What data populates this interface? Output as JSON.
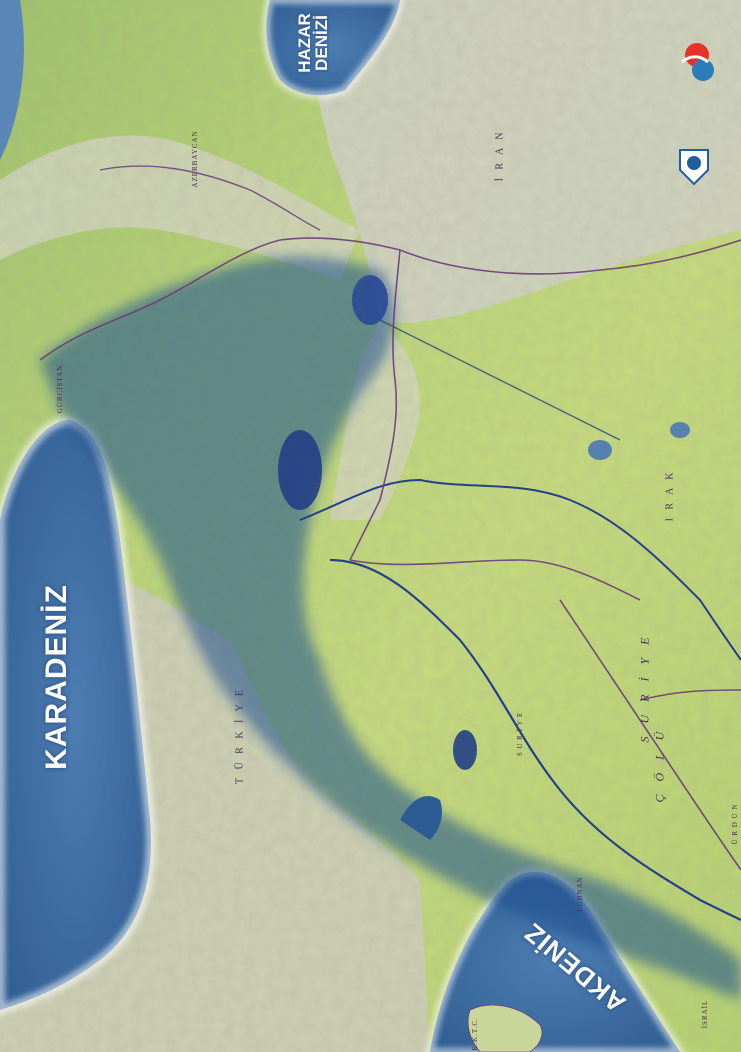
{
  "map": {
    "seas": {
      "black_sea": "KARADENİZ",
      "caspian_sea_line1": "HAZAR",
      "caspian_sea_line2": "DENİZİ",
      "mediterranean": "AKDENİZ"
    },
    "countries": {
      "turkey": "T Ü R K İ Y E",
      "iran": "İ R A N",
      "iraq": "I R A K",
      "syria": "S U R İ Y E",
      "azerbaijan": "AZERBAYCAN",
      "georgia": "GÜRCİSTAN",
      "lebanon": "LÜBNAN",
      "israel": "İSRAİL",
      "kktc": "K.K.T.C."
    },
    "regions": {
      "syrian_desert_line1": "S U R İ Y E",
      "syrian_desert_line2": "Ç Ö L Ü",
      "jordan_partial": "Ü R D Ü N"
    },
    "colors": {
      "sea": "#3f6fa3",
      "lowland": "#b9d56f",
      "highland": "#c9c9b8",
      "basin_overlay": "#1f4f8f",
      "border": "#6a3d7a",
      "river": "#24408a"
    }
  }
}
